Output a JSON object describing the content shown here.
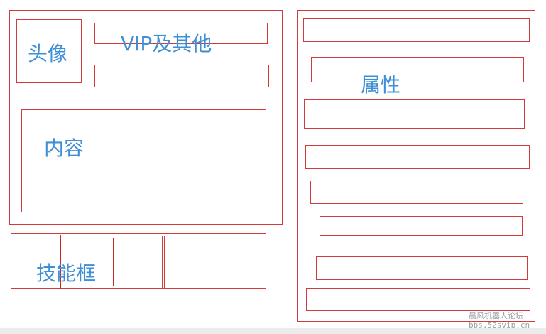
{
  "labels": {
    "avatar": "头像",
    "vip": "VIP及其他",
    "content": "内容",
    "attributes": "属性",
    "skills": "技能框"
  },
  "watermark": {
    "line1": "晨风机器人论坛",
    "line2": "bbs.52svip.cn"
  },
  "colors": {
    "outline": "#d23b3b",
    "label": "#3f8fd6"
  }
}
